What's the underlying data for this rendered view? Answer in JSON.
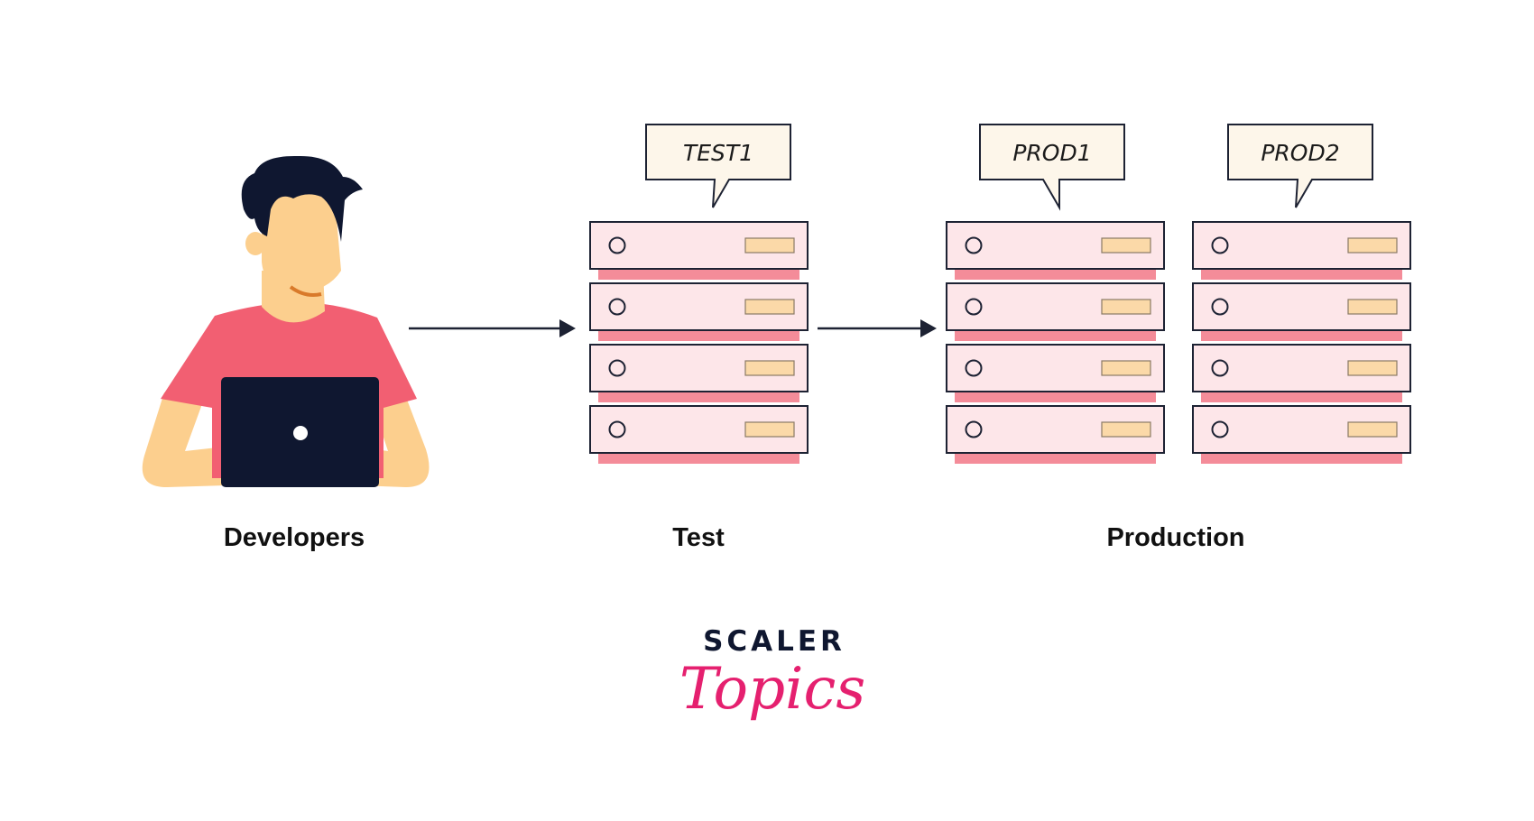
{
  "labels": {
    "developers": "Developers",
    "test": "Test",
    "production": "Production"
  },
  "servers": [
    {
      "name": "TEST1"
    },
    {
      "name": "PROD1"
    },
    {
      "name": "PROD2"
    }
  ],
  "brand": {
    "top": "SCALER",
    "script": "Topics"
  },
  "colors": {
    "shirt": "#f25f72",
    "skin": "#fccf8e",
    "hair": "#0f1730",
    "laptop": "#0f1730",
    "server_face": "#fde6e9",
    "server_shadow": "#f48c99",
    "server_slot": "#fbd9a8",
    "bubble_fill": "#fdf6ea",
    "outline": "#1d2233",
    "brand_dark": "#0f1730",
    "brand_pink": "#e5206f"
  }
}
